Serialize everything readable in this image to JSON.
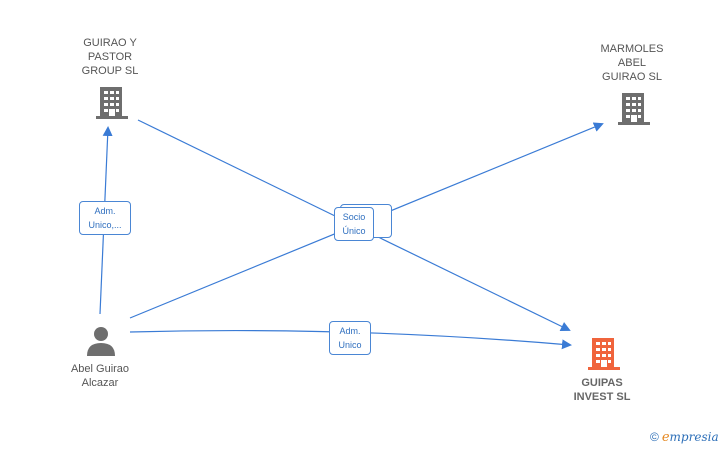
{
  "nodes": {
    "guirao_pastor": {
      "name": "GUIRAO Y\nPASTOR\nGROUP  SL"
    },
    "marmoles": {
      "name": "MARMOLES\nABEL\nGUIRAO  SL"
    },
    "guipas": {
      "name": "GUIPAS\nINVEST  SL"
    },
    "abel": {
      "name": "Abel Guirao\nAlcazar"
    }
  },
  "edges": {
    "adm_unico_1": "Adm.\nUnico,...",
    "socio_unico": "Socio\nÚnico",
    "adm_unico_2": "Adm.\nUnico"
  },
  "colors": {
    "edge": "#3a7bd5",
    "company_icon": "#6e6e6e",
    "main_company_icon": "#f0643c",
    "person_icon": "#6e6e6e"
  },
  "brand": {
    "copyright": "©",
    "first_letter": "e",
    "rest": "mpresia"
  }
}
